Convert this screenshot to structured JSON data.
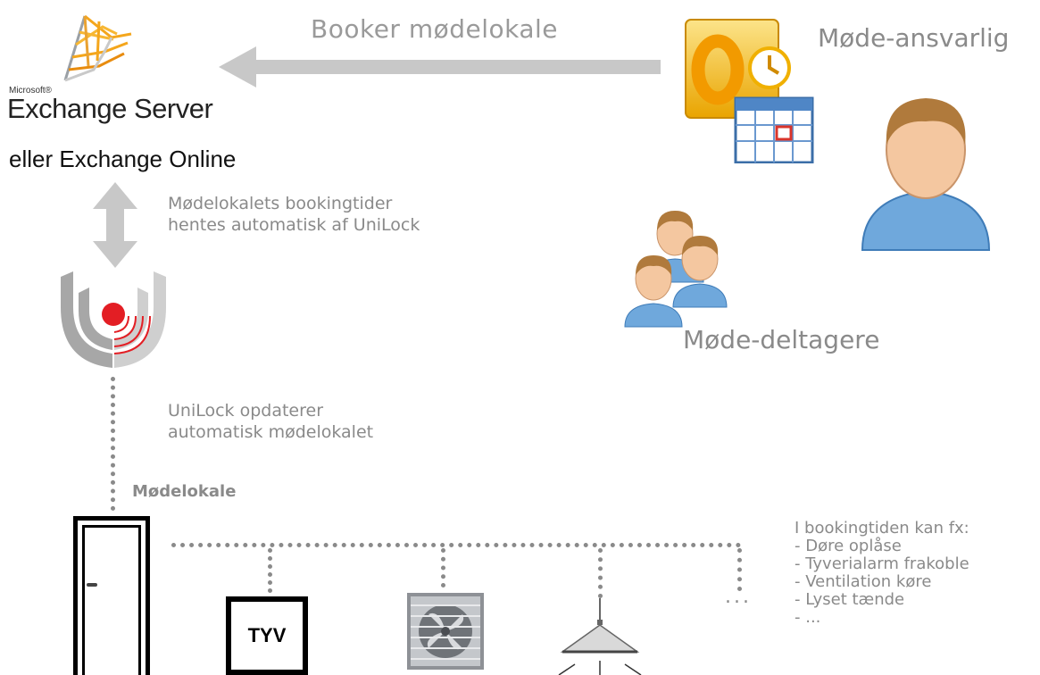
{
  "flow": {
    "booking_arrow_label": "Booker mødelokale",
    "organizer_label": "Møde-ansvarlig",
    "participants_label": "Møde-deltagere",
    "sync_text": [
      "Mødelokalets bookingtider",
      "hentes automatisk af UniLock"
    ],
    "update_text": [
      "UniLock opdaterer",
      "automatisk mødelokalet"
    ],
    "room_label": "Mødelokale"
  },
  "exchange": {
    "microsoft_label": "Microsoft®",
    "product_name": "Exchange Server",
    "alternative": "eller Exchange Online"
  },
  "devices": {
    "alarm_label": "TYV",
    "more_label": "..."
  },
  "benefits": {
    "heading": "I bookingtiden kan fx:",
    "items": [
      "- Døre oplåse",
      "- Tyverialarm frakoble",
      "- Ventilation køre",
      "- Lyset tænde",
      "- ..."
    ]
  },
  "colors": {
    "arrow_gray": "#c8c8c8",
    "text_gray": "#8a8a8a",
    "unilock_red": "#e31e24",
    "outlook_orange": "#f29a00",
    "person_blue": "#6fa8dc"
  }
}
